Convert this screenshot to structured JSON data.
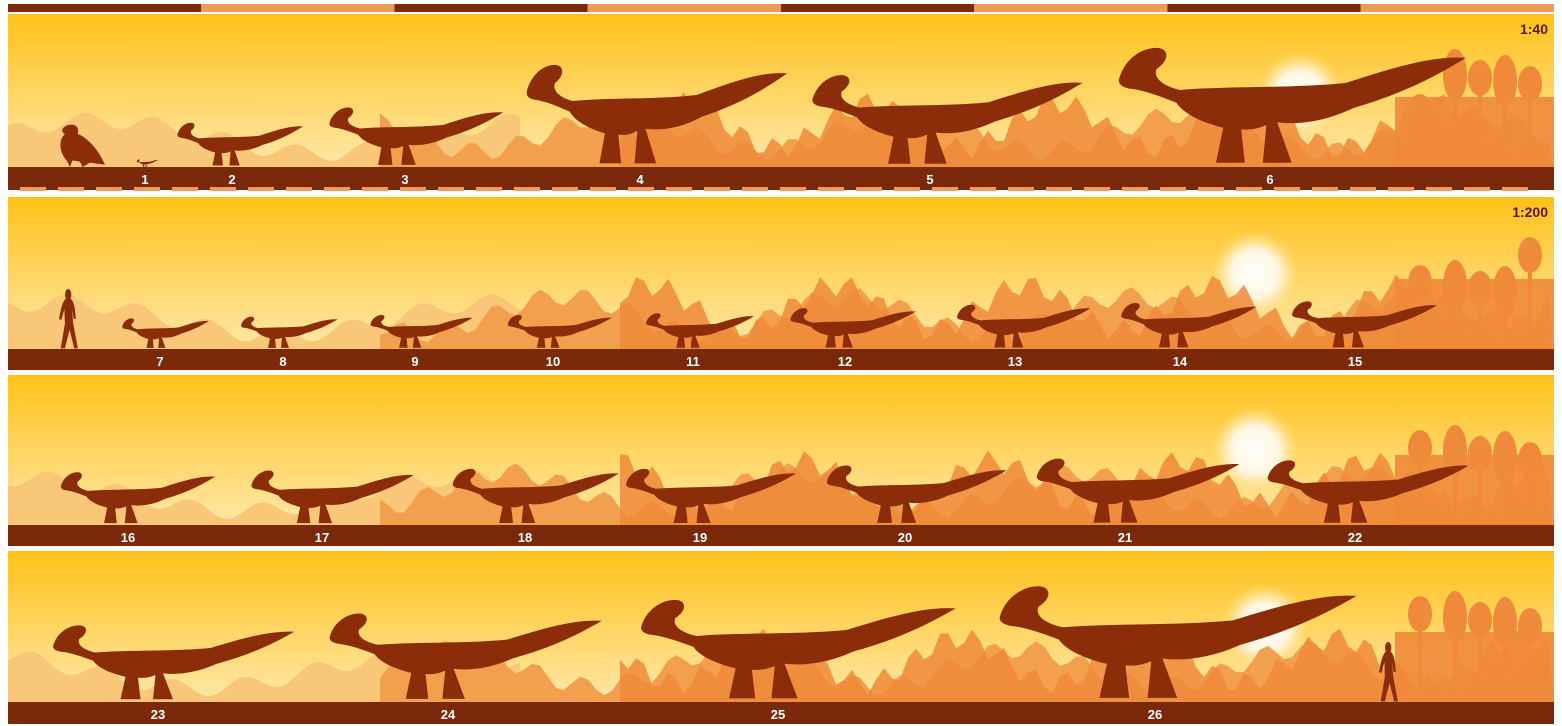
{
  "colors": {
    "sky_top": "#ffc21a",
    "sky_bottom": "#ffe7a8",
    "far_hills": "#f8c878",
    "mid_hills": "#f3a04e",
    "near_vegetation": "#ee8a3a",
    "ground": "#7a2a0a",
    "silhouette": "#8a2d08",
    "sun": "#fff6e0",
    "label_text": "#ffffff"
  },
  "strips": [
    {
      "scale_label": "1:40",
      "scale_bar": true,
      "human": false,
      "specimens": [
        {
          "label": "1",
          "kind": "bird-icon"
        },
        {
          "label": "2",
          "kind": "dinosaur"
        },
        {
          "label": "3",
          "kind": "dinosaur"
        },
        {
          "label": "4",
          "kind": "dinosaur"
        },
        {
          "label": "5",
          "kind": "dinosaur"
        },
        {
          "label": "6",
          "kind": "dinosaur"
        }
      ]
    },
    {
      "scale_label": "1:200",
      "scale_bar": false,
      "human": true,
      "specimens": [
        {
          "label": "7",
          "kind": "dinosaur"
        },
        {
          "label": "8",
          "kind": "dinosaur"
        },
        {
          "label": "9",
          "kind": "dinosaur"
        },
        {
          "label": "10",
          "kind": "dinosaur"
        },
        {
          "label": "11",
          "kind": "dinosaur"
        },
        {
          "label": "12",
          "kind": "dinosaur"
        },
        {
          "label": "13",
          "kind": "dinosaur"
        },
        {
          "label": "14",
          "kind": "dinosaur"
        },
        {
          "label": "15",
          "kind": "dinosaur"
        }
      ]
    },
    {
      "scale_label": "",
      "scale_bar": false,
      "human": false,
      "specimens": [
        {
          "label": "16",
          "kind": "dinosaur"
        },
        {
          "label": "17",
          "kind": "dinosaur"
        },
        {
          "label": "18",
          "kind": "dinosaur"
        },
        {
          "label": "19",
          "kind": "dinosaur"
        },
        {
          "label": "20",
          "kind": "dinosaur"
        },
        {
          "label": "21",
          "kind": "dinosaur"
        },
        {
          "label": "22",
          "kind": "dinosaur"
        }
      ]
    },
    {
      "scale_label": "",
      "scale_bar": false,
      "human": true,
      "specimens": [
        {
          "label": "23",
          "kind": "dinosaur"
        },
        {
          "label": "24",
          "kind": "dinosaur"
        },
        {
          "label": "25",
          "kind": "dinosaur"
        },
        {
          "label": "26",
          "kind": "dinosaur"
        }
      ]
    }
  ]
}
